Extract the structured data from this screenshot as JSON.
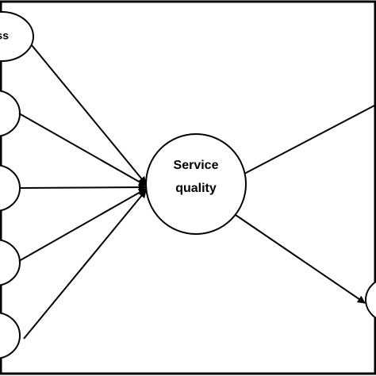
{
  "diagram": {
    "left_nodes": [
      {
        "label": "ss"
      },
      {
        "label": ""
      },
      {
        "label": ""
      },
      {
        "label": ""
      },
      {
        "label": ""
      }
    ],
    "central_node": {
      "line1": "Service",
      "line2": "quality"
    },
    "right_nodes": [
      {
        "label": ""
      },
      {
        "label": ""
      }
    ],
    "colors": {
      "stroke": "#000000",
      "fill": "#ffffff",
      "text": "#000000"
    }
  }
}
